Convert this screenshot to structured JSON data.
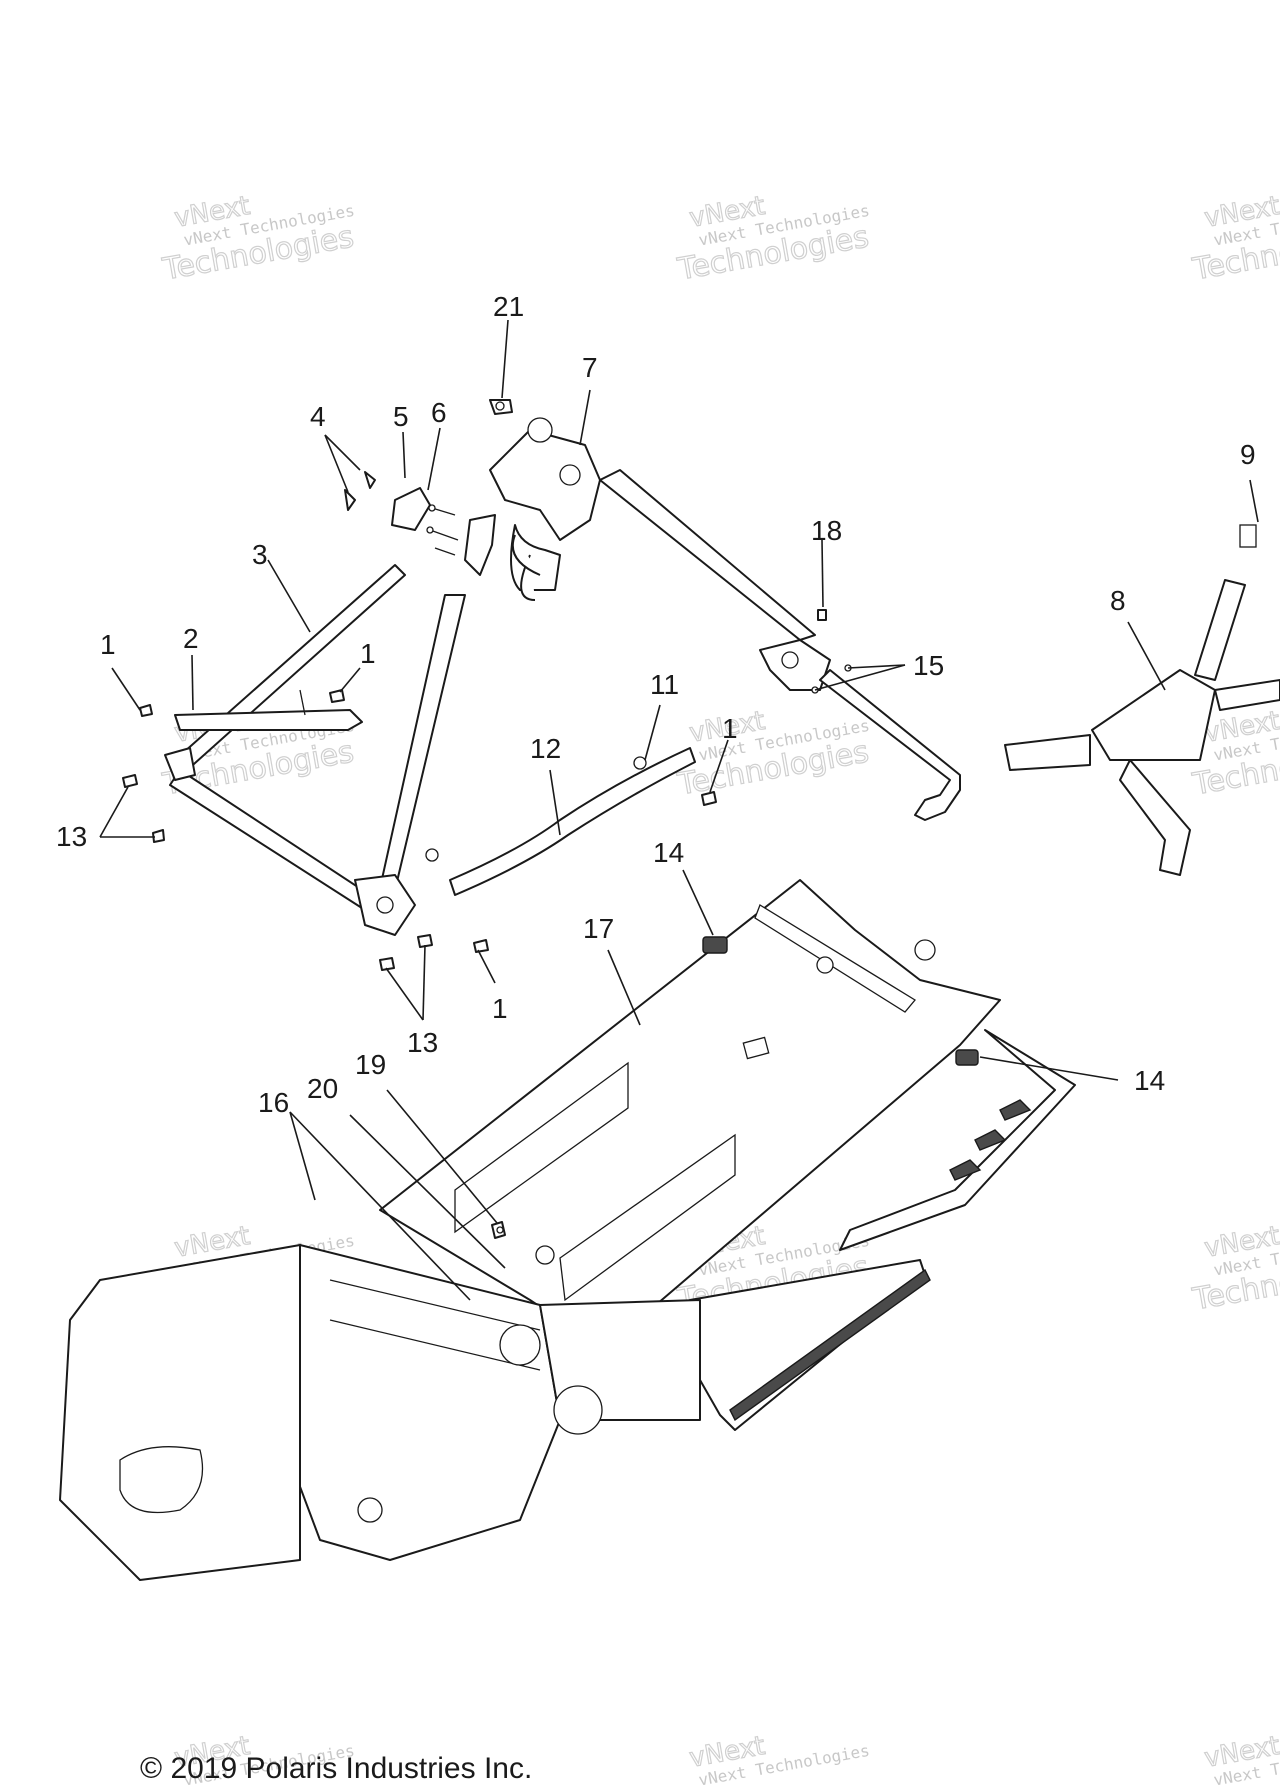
{
  "callouts": [
    {
      "label": "21"
    },
    {
      "label": "7"
    },
    {
      "label": "4"
    },
    {
      "label": "5"
    },
    {
      "label": "6"
    },
    {
      "label": "9"
    },
    {
      "label": "3"
    },
    {
      "label": "18"
    },
    {
      "label": "8"
    },
    {
      "label": "2"
    },
    {
      "label": "1"
    },
    {
      "label": "1"
    },
    {
      "label": "15"
    },
    {
      "label": "11"
    },
    {
      "label": "1"
    },
    {
      "label": "12"
    },
    {
      "label": "13"
    },
    {
      "label": "14"
    },
    {
      "label": "17"
    },
    {
      "label": "1"
    },
    {
      "label": "13"
    },
    {
      "label": "19"
    },
    {
      "label": "20"
    },
    {
      "label": "16"
    },
    {
      "label": "14"
    }
  ],
  "watermark": {
    "line1": "vNext Technologies",
    "line2": "vNext",
    "line3": "Technologies"
  },
  "copyright": "© 2019 Polaris Industries Inc."
}
